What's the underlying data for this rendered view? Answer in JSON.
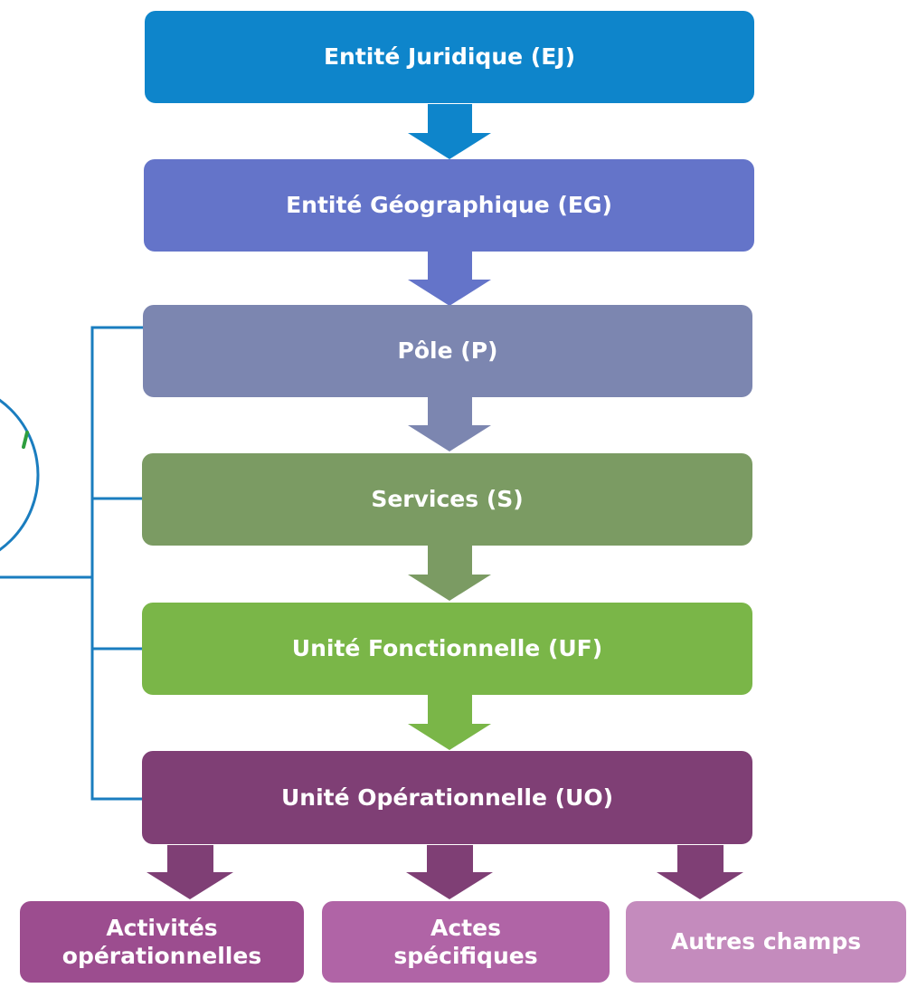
{
  "levels": [
    {
      "key": "ej",
      "label": "Entité Juridique (EJ)",
      "color": "#0e85cb"
    },
    {
      "key": "eg",
      "label": "Entité Géographique (EG)",
      "color": "#6474c9"
    },
    {
      "key": "p",
      "label": "Pôle (P)",
      "color": "#7c86b0"
    },
    {
      "key": "s",
      "label": "Services (S)",
      "color": "#7b9b63"
    },
    {
      "key": "uf",
      "label": "Unité Fonctionnelle (UF)",
      "color": "#7ab648"
    },
    {
      "key": "uo",
      "label": "Unité Opérationnelle (UO)",
      "color": "#7f3f75"
    }
  ],
  "outputs": [
    {
      "key": "activites",
      "label": "Activités\nopérationnelles",
      "color": "#9c4d8f"
    },
    {
      "key": "actes",
      "label": "Actes\nspécifiques",
      "color": "#b064a6"
    },
    {
      "key": "autres",
      "label": "Autres champs",
      "color": "#c48bbd"
    }
  ],
  "bracket_color": "#1a7dbf",
  "circle_color": "#1a7dbf",
  "circle_accent_color": "#2e9e3e"
}
